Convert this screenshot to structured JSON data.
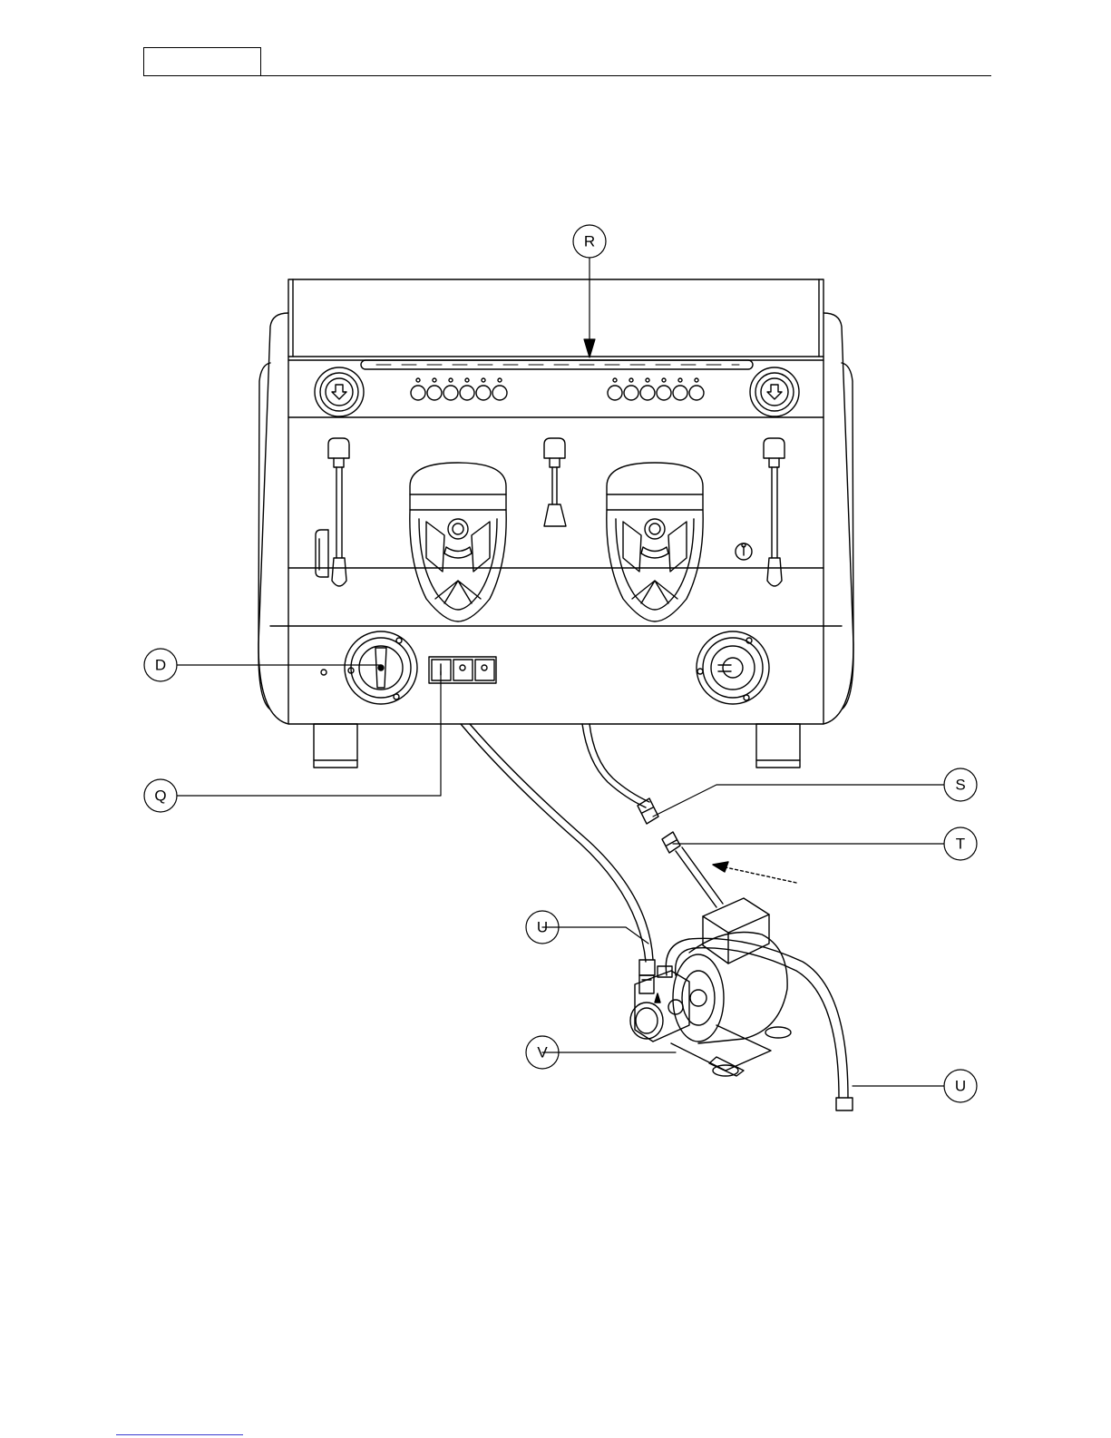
{
  "callouts": {
    "R": "R",
    "D": "D",
    "Q": "Q",
    "S": "S",
    "T": "T",
    "U_top": "U",
    "V": "V",
    "U_bottom": "U"
  },
  "colors": {
    "line": "#000000",
    "paper": "#ffffff",
    "footer_link": "#3a3ad0"
  }
}
